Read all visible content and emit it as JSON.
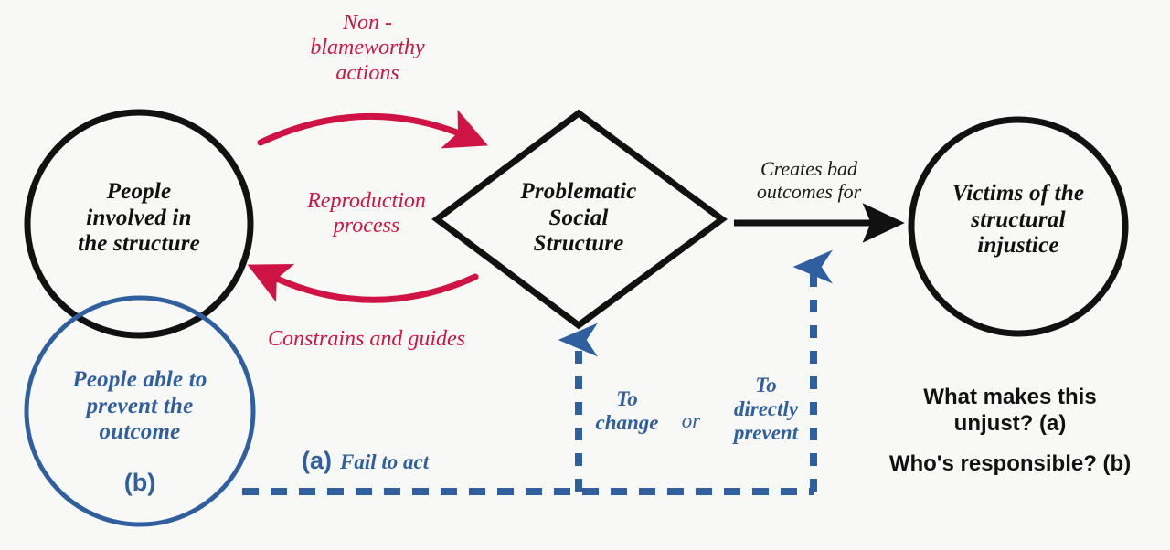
{
  "diagram": {
    "title": "Structural injustice reproduction diagram",
    "background_color": "#f8f8f7",
    "colors": {
      "red": "#d01345",
      "blue": "#2f5f9e",
      "black": "#111111"
    },
    "nodes": {
      "people_involved": {
        "label": "People\ninvolved in\nthe structure",
        "shape": "circle",
        "color": "#111111"
      },
      "people_able": {
        "label": "People able to\nprevent the\noutcome",
        "marker": "(b)",
        "shape": "circle",
        "color": "#2f5f9e"
      },
      "problematic_structure": {
        "label": "Problematic\nSocial\nStructure",
        "shape": "diamond",
        "color": "#111111"
      },
      "victims": {
        "label": "Victims of the\nstructural\ninjustice",
        "shape": "circle",
        "color": "#111111"
      }
    },
    "edge_labels": {
      "non_blameworthy": "Non -\nblameworthy\nactions",
      "reproduction": "Reproduction\nprocess",
      "constrains": "Constrains and guides",
      "creates_bad": "Creates bad\noutcomes for",
      "fail_to_act_marker": "(a)",
      "fail_to_act": "Fail to act",
      "to_change": "To\nchange",
      "or": "or",
      "to_directly_prevent": "To\ndirectly\nprevent"
    },
    "questions": [
      "What makes this\nunjust?  (a)",
      "Who's responsible? (b)"
    ]
  }
}
